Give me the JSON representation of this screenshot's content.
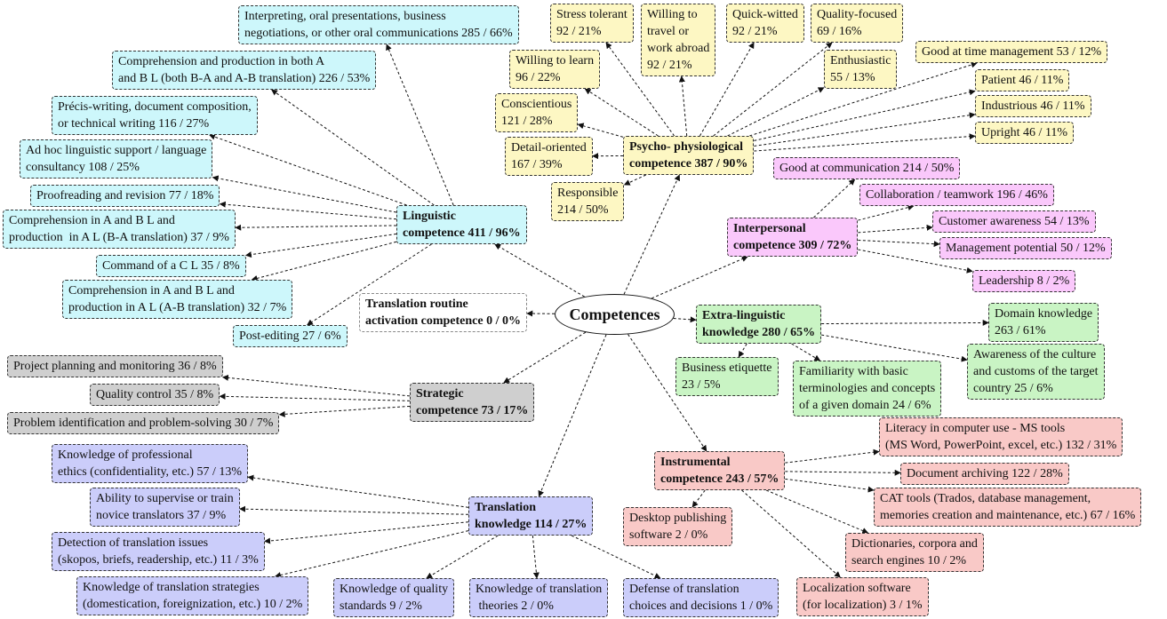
{
  "center": {
    "label": "Competences"
  },
  "nodes": [
    {
      "id": "lin",
      "group": "lin",
      "hub": true,
      "label": "Linguistic\ncompetence 411 / 96%"
    },
    {
      "id": "lin1",
      "group": "lin",
      "parent": "lin",
      "label": "Interpreting, oral presentations, business\nnegotiations, or other oral communications 285 / 66%"
    },
    {
      "id": "lin2",
      "group": "lin",
      "parent": "lin",
      "label": "Comprehension and production in both A\nand B L (both B-A and A-B translation) 226 / 53%"
    },
    {
      "id": "lin3",
      "group": "lin",
      "parent": "lin",
      "label": "Précis-writing, document composition,\nor technical writing 116 / 27%"
    },
    {
      "id": "lin4",
      "group": "lin",
      "parent": "lin",
      "label": "Ad hoc linguistic support / language\nconsultancy 108 / 25%"
    },
    {
      "id": "lin5",
      "group": "lin",
      "parent": "lin",
      "label": "Proofreading and revision 77 / 18%"
    },
    {
      "id": "lin6",
      "group": "lin",
      "parent": "lin",
      "label": "Comprehension in A and B L and\nproduction  in A L (B-A translation) 37 / 9%"
    },
    {
      "id": "lin7",
      "group": "lin",
      "parent": "lin",
      "label": "Command of a C L 35 / 8%"
    },
    {
      "id": "lin8",
      "group": "lin",
      "parent": "lin",
      "label": "Comprehension in A and B L and\nproduction in A L (A-B translation) 32 / 7%"
    },
    {
      "id": "lin9",
      "group": "lin",
      "parent": "lin",
      "label": "Post-editing 27 / 6%"
    },
    {
      "id": "psy",
      "group": "psy",
      "hub": true,
      "label": "Psycho- physiological\ncompetence 387 / 90%"
    },
    {
      "id": "psy1",
      "group": "psy",
      "parent": "psy",
      "label": "Stress tolerant\n92 / 21%"
    },
    {
      "id": "psy2",
      "group": "psy",
      "parent": "psy",
      "label": "Willing to\ntravel or\nwork abroad\n92 / 21%"
    },
    {
      "id": "psy3",
      "group": "psy",
      "parent": "psy",
      "label": "Quick-witted\n92 / 21%"
    },
    {
      "id": "psy4",
      "group": "psy",
      "parent": "psy",
      "label": "Quality-focused\n69 / 16%"
    },
    {
      "id": "psy5",
      "group": "psy",
      "parent": "psy",
      "label": "Willing to learn\n96 / 22%"
    },
    {
      "id": "psy6",
      "group": "psy",
      "parent": "psy",
      "label": "Enthusiastic\n55 / 13%"
    },
    {
      "id": "psy7",
      "group": "psy",
      "parent": "psy",
      "label": "Good at time management 53 / 12%"
    },
    {
      "id": "psy8",
      "group": "psy",
      "parent": "psy",
      "label": "Conscientious\n121 / 28%"
    },
    {
      "id": "psy9",
      "group": "psy",
      "parent": "psy",
      "label": "Patient 46 / 11%"
    },
    {
      "id": "psy10",
      "group": "psy",
      "parent": "psy",
      "label": "Industrious 46 / 11%"
    },
    {
      "id": "psy11",
      "group": "psy",
      "parent": "psy",
      "label": "Upright 46 / 11%"
    },
    {
      "id": "psy12",
      "group": "psy",
      "parent": "psy",
      "label": "Detail-oriented\n167 / 39%"
    },
    {
      "id": "psy13",
      "group": "psy",
      "parent": "psy",
      "label": "Responsible\n214 / 50%"
    },
    {
      "id": "int",
      "group": "int",
      "hub": true,
      "label": "Interpersonal\ncompetence 309 / 72%"
    },
    {
      "id": "int1",
      "group": "int",
      "parent": "int",
      "label": "Good at communication 214 / 50%"
    },
    {
      "id": "int2",
      "group": "int",
      "parent": "int",
      "label": "Collaboration / teamwork 196 / 46%"
    },
    {
      "id": "int3",
      "group": "int",
      "parent": "int",
      "label": "Customer awareness 54 / 13%"
    },
    {
      "id": "int4",
      "group": "int",
      "parent": "int",
      "label": "Management potential 50 / 12%"
    },
    {
      "id": "int5",
      "group": "int",
      "parent": "int",
      "label": "Leadership 8 / 2%"
    },
    {
      "id": "ext",
      "group": "ext",
      "hub": true,
      "label": "Extra-linguistic\nknowledge 280 / 65%"
    },
    {
      "id": "ext1",
      "group": "ext",
      "parent": "ext",
      "label": "Domain knowledge\n263 / 61%"
    },
    {
      "id": "ext2",
      "group": "ext",
      "parent": "ext",
      "label": "Business etiquette\n23 / 5%"
    },
    {
      "id": "ext3",
      "group": "ext",
      "parent": "ext",
      "label": "Familiarity with basic\nterminologies and concepts\nof a given domain 24 / 6%"
    },
    {
      "id": "ext4",
      "group": "ext",
      "parent": "ext",
      "label": "Awareness of the culture\nand customs of the target\ncountry 25 / 6%"
    },
    {
      "id": "rou",
      "group": "rou",
      "hub": true,
      "label": "Translation routine\nactivation competence 0 / 0%"
    },
    {
      "id": "str",
      "group": "str",
      "hub": true,
      "label": "Strategic\ncompetence 73 / 17%"
    },
    {
      "id": "str1",
      "group": "str",
      "parent": "str",
      "label": "Project planning and monitoring 36 / 8%"
    },
    {
      "id": "str2",
      "group": "str",
      "parent": "str",
      "label": "Quality control 35 / 8%"
    },
    {
      "id": "str3",
      "group": "str",
      "parent": "str",
      "label": "Problem identification and problem-solving 30 / 7%"
    },
    {
      "id": "ins",
      "group": "ins",
      "hub": true,
      "label": "Instrumental\ncompetence 243 / 57%"
    },
    {
      "id": "ins1",
      "group": "ins",
      "parent": "ins",
      "label": "Literacy in computer use - MS tools\n(MS Word, PowerPoint, excel, etc.) 132 / 31%"
    },
    {
      "id": "ins2",
      "group": "ins",
      "parent": "ins",
      "label": "Document archiving 122 / 28%"
    },
    {
      "id": "ins3",
      "group": "ins",
      "parent": "ins",
      "label": "CAT tools (Trados, database management,\nmemories creation and maintenance, etc.) 67 / 16%"
    },
    {
      "id": "ins4",
      "group": "ins",
      "parent": "ins",
      "label": "Desktop publishing\nsoftware 2 / 0%"
    },
    {
      "id": "ins5",
      "group": "ins",
      "parent": "ins",
      "label": "Dictionaries, corpora and\nsearch engines 10 / 2%"
    },
    {
      "id": "ins6",
      "group": "ins",
      "parent": "ins",
      "label": "Localization software\n(for localization) 3 / 1%"
    },
    {
      "id": "trk",
      "group": "trk",
      "hub": true,
      "label": "Translation\nknowledge 114 / 27%"
    },
    {
      "id": "trk1",
      "group": "trk",
      "parent": "trk",
      "label": "Knowledge of professional\nethics (confidentiality, etc.) 57 / 13%"
    },
    {
      "id": "trk2",
      "group": "trk",
      "parent": "trk",
      "label": "Ability to supervise or train\nnovice translators 37 / 9%"
    },
    {
      "id": "trk3",
      "group": "trk",
      "parent": "trk",
      "label": "Detection of translation issues\n(skopos, briefs, readership, etc.) 11 / 3%"
    },
    {
      "id": "trk4",
      "group": "trk",
      "parent": "trk",
      "label": "Knowledge of translation strategies\n(domestication, foreignization, etc.) 10 / 2%"
    },
    {
      "id": "trk5",
      "group": "trk",
      "parent": "trk",
      "label": "Knowledge of quality\nstandards 9 / 2%"
    },
    {
      "id": "trk6",
      "group": "trk",
      "parent": "trk",
      "label": "Knowledge of translation\n theories 2 / 0%"
    },
    {
      "id": "trk7",
      "group": "trk",
      "parent": "trk",
      "label": "Defense of translation\nchoices and decisions 1 / 0%"
    }
  ]
}
